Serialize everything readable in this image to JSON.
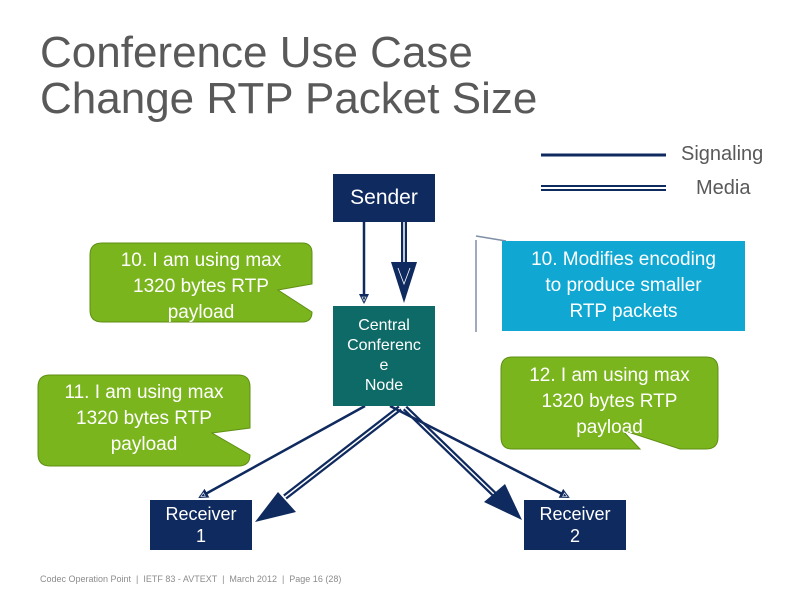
{
  "slide": {
    "title_lines": [
      "Conference Use Case",
      "Change RTP Packet Size"
    ],
    "footer": "Codec Operation Point  |  IETF 83 - AVTEXT  |  March 2012  |  Page 16 (28)"
  },
  "legend": {
    "signaling": "Signaling",
    "media": "Media"
  },
  "nodes": {
    "sender": "Sender",
    "central": "Central\nConferenc\ne\nNode",
    "receiver1": "Receiver\n1",
    "receiver2": "Receiver\n2"
  },
  "callouts": {
    "step10_receiver": "10. I am using max\n1320 bytes RTP\npayload",
    "step10_sender": "10. Modifies encoding\nto produce smaller\nRTP packets",
    "step11": "11. I am using max\n1320 bytes RTP\npayload",
    "step12": "12. I am using max\n1320 bytes RTP\npayload"
  },
  "colors": {
    "navy": "#0f2a5f",
    "teal": "#0e6a66",
    "green": "#7ab51d",
    "cyan": "#10a8d3",
    "title_gray": "#595959"
  }
}
